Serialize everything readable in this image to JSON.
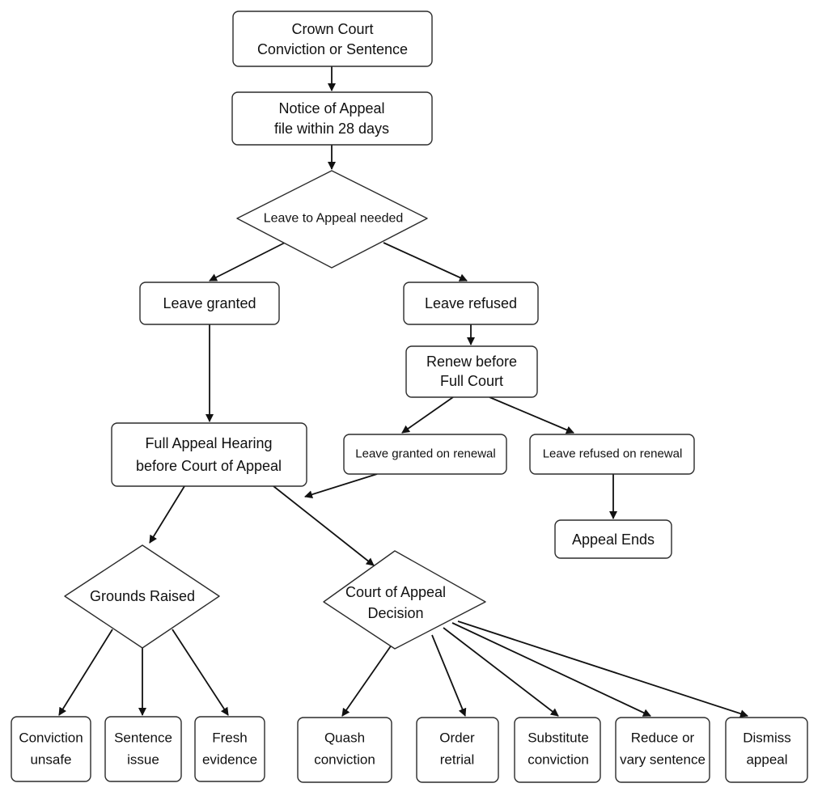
{
  "nodes": {
    "crown_court": {
      "line1": "Crown Court",
      "line2": "Conviction or Sentence"
    },
    "notice": {
      "line1": "Notice of Appeal",
      "line2": "file within 28 days"
    },
    "leave_needed": {
      "label": "Leave to Appeal needed"
    },
    "leave_granted": {
      "label": "Leave granted"
    },
    "leave_refused": {
      "label": "Leave refused"
    },
    "renew": {
      "line1": "Renew before",
      "line2": "Full Court"
    },
    "full_hearing": {
      "line1": "Full Appeal Hearing",
      "line2": "before Court of Appeal"
    },
    "granted_renewal": {
      "label": "Leave granted on renewal"
    },
    "refused_renewal": {
      "label": "Leave refused on renewal"
    },
    "appeal_ends": {
      "label": "Appeal Ends"
    },
    "grounds": {
      "label": "Grounds Raised"
    },
    "decision": {
      "line1": "Court of Appeal",
      "line2": "Decision"
    },
    "conviction_unsafe": {
      "line1": "Conviction",
      "line2": "unsafe"
    },
    "sentence_issue": {
      "line1": "Sentence",
      "line2": "issue"
    },
    "fresh_evidence": {
      "line1": "Fresh",
      "line2": "evidence"
    },
    "quash": {
      "line1": "Quash",
      "line2": "conviction"
    },
    "retrial": {
      "line1": "Order",
      "line2": "retrial"
    },
    "substitute": {
      "line1": "Substitute",
      "line2": "conviction"
    },
    "reduce": {
      "line1": "Reduce or",
      "line2": "vary sentence"
    },
    "dismiss": {
      "line1": "Dismiss",
      "line2": "appeal"
    }
  },
  "colors": {
    "stroke": "#2b2b2b",
    "arrow": "#111111",
    "background": "#ffffff"
  }
}
